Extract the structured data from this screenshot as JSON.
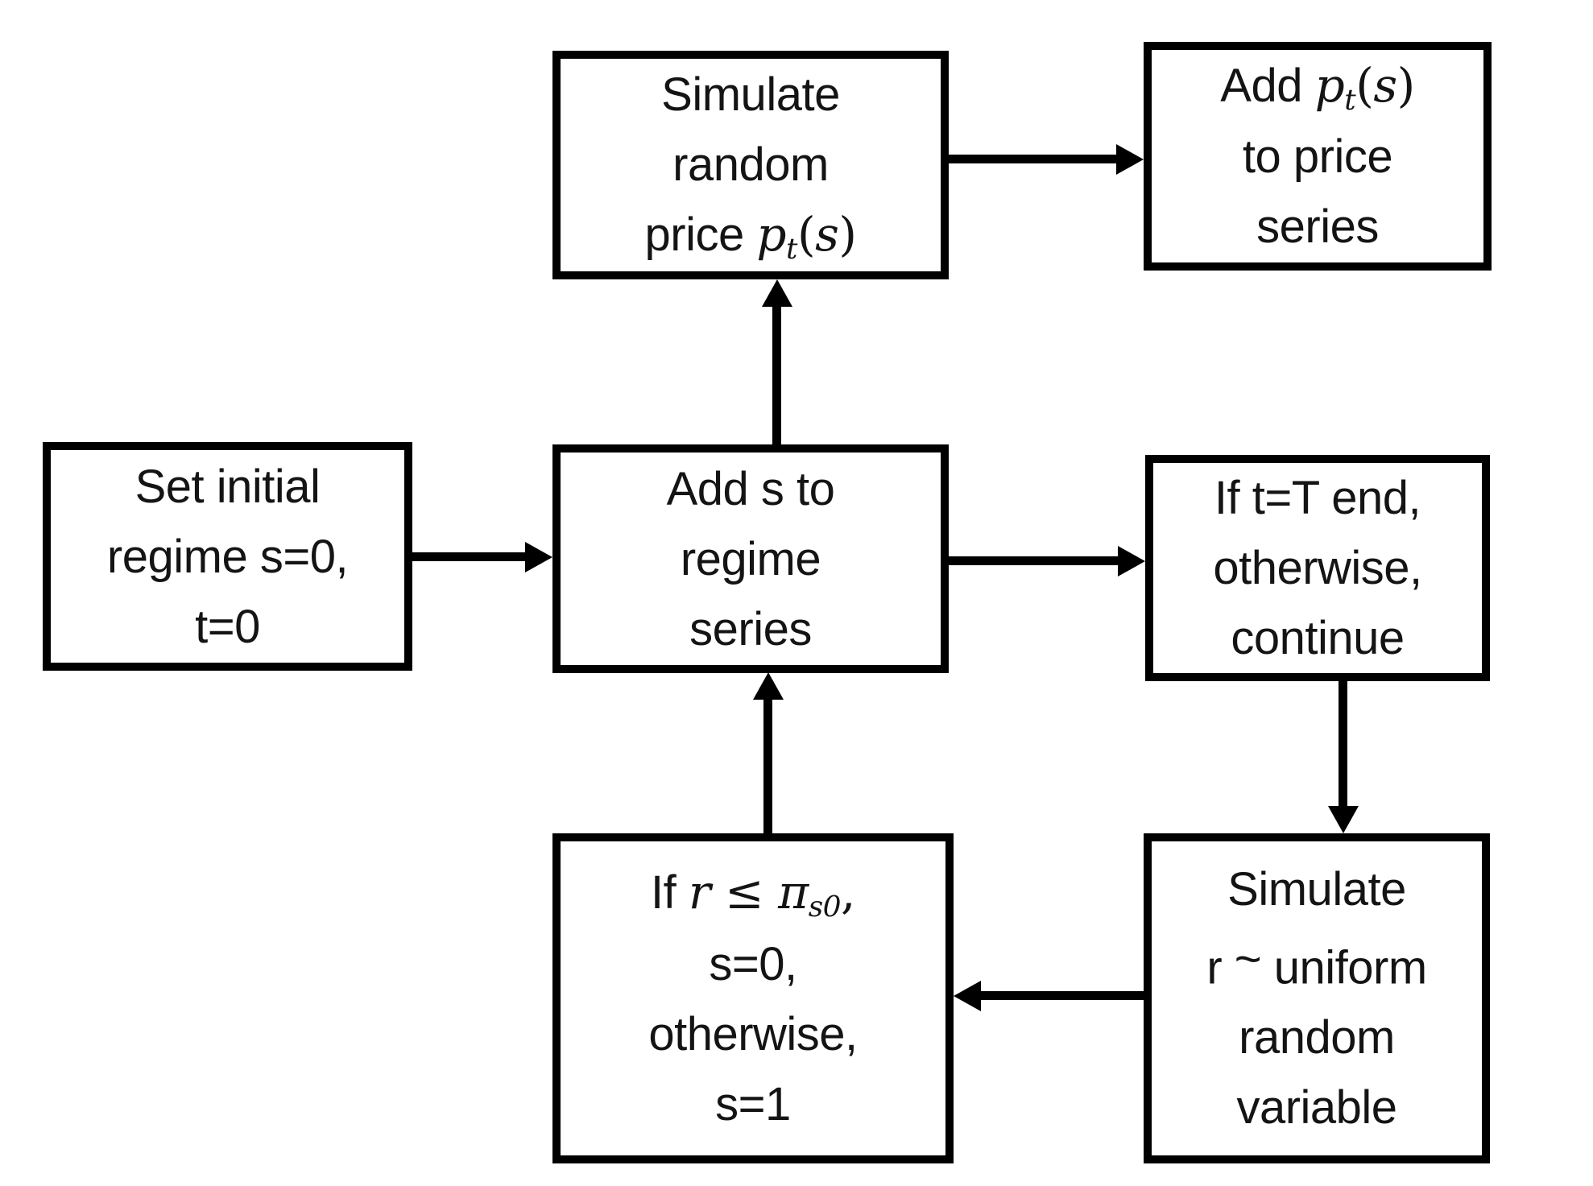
{
  "diagram": {
    "kind": "flowchart",
    "background": "#ffffff",
    "box_fill": "#ffffff",
    "box_border_color": "#000000",
    "text_color": "#141414"
  },
  "math": {
    "p": "p",
    "p_sub": "t",
    "arg_open": "(",
    "arg_s": "s",
    "arg_close": ")",
    "r": "r",
    "leq": " ≤ ",
    "pi": "π",
    "pi_sub": "s0",
    "comma": ","
  },
  "nodes": {
    "simulate_price": {
      "line1": "Simulate",
      "line2": "random",
      "line3_prefix": "price "
    },
    "add_price": {
      "line1_prefix": "Add ",
      "line2": "to price",
      "line3": "series"
    },
    "set_initial": {
      "line1": "Set initial",
      "line2": "regime s=0,",
      "line3": "t=0"
    },
    "add_regime": {
      "line1": "Add s to",
      "line2": "regime",
      "line3": "series"
    },
    "check_end": {
      "line1": "If t=T end,",
      "line2": "otherwise,",
      "line3": "continue"
    },
    "regime_switch": {
      "line1_prefix": "If ",
      "line2": "s=0,",
      "line3": "otherwise,",
      "line4": "s=1"
    },
    "simulate_uniform": {
      "line1": "Simulate",
      "line2_pre": "r ",
      "line2_tilde": "~",
      "line2_post": " uniform",
      "line3": "random",
      "line4": "variable"
    }
  },
  "edges": [
    {
      "from": "simulate-price",
      "to": "add-price",
      "direction": "right"
    },
    {
      "from": "add-regime",
      "to": "simulate-price",
      "direction": "up"
    },
    {
      "from": "set-initial",
      "to": "add-regime",
      "direction": "right"
    },
    {
      "from": "add-regime",
      "to": "check-end",
      "direction": "right"
    },
    {
      "from": "check-end",
      "to": "simulate-uniform",
      "direction": "down"
    },
    {
      "from": "simulate-uniform",
      "to": "regime-switch",
      "direction": "left"
    },
    {
      "from": "regime-switch",
      "to": "add-regime",
      "direction": "up"
    }
  ]
}
